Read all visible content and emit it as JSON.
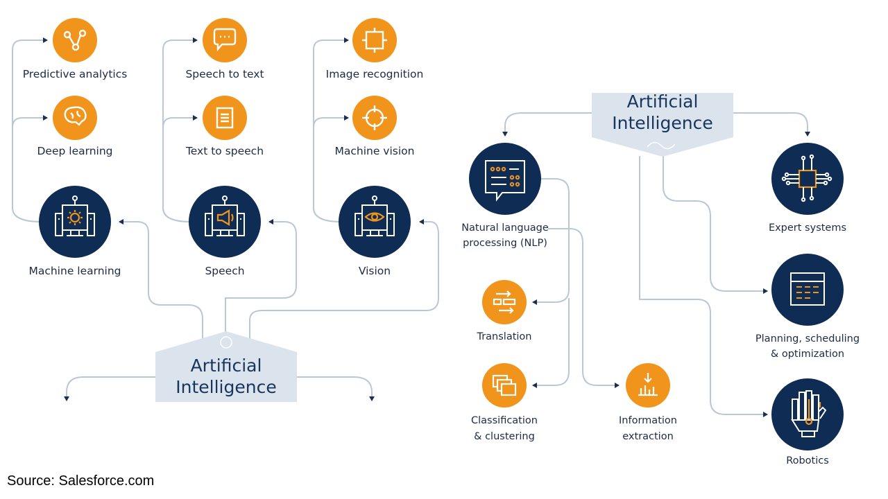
{
  "colors": {
    "navy": "#0f2c54",
    "orange": "#f0941c",
    "panel": "#dbe3ec",
    "line": "#b9c7d6",
    "text": "#1e2a44"
  },
  "left_diagram": {
    "title_line1": "Artificial",
    "title_line2": "Intelligence",
    "branches": [
      {
        "label": "Machine learning",
        "icon": "robot-gear-icon",
        "children": [
          {
            "label": "Predictive analytics",
            "icon": "network-nodes-icon"
          },
          {
            "label": "Deep learning",
            "icon": "brain-icon"
          }
        ]
      },
      {
        "label": "Speech",
        "icon": "robot-megaphone-icon",
        "children": [
          {
            "label": "Speech to text",
            "icon": "speech-bubble-icon"
          },
          {
            "label": "Text to speech",
            "icon": "document-icon"
          }
        ]
      },
      {
        "label": "Vision",
        "icon": "robot-eye-icon",
        "children": [
          {
            "label": "Image recognition",
            "icon": "frame-focus-icon"
          },
          {
            "label": "Machine vision",
            "icon": "crosshair-icon"
          }
        ]
      }
    ]
  },
  "right_diagram": {
    "title_line1": "Artificial",
    "title_line2": "Intelligence",
    "nlp": {
      "label_line1": "Natural language",
      "label_line2": "processing (NLP)",
      "icon": "chat-panel-icon",
      "children": [
        {
          "label_line1": "Translation",
          "label_line2": "",
          "icon": "translation-icon"
        },
        {
          "label_line1": "Classification",
          "label_line2": "& clustering",
          "icon": "stacked-layers-icon"
        },
        {
          "label_line1": "Information",
          "label_line2": "extraction",
          "icon": "bar-extract-icon"
        }
      ]
    },
    "others": [
      {
        "label_line1": "Expert systems",
        "label_line2": "",
        "icon": "circuit-chip-icon"
      },
      {
        "label_line1": "Planning, scheduling",
        "label_line2": "& optimization",
        "icon": "calendar-icon"
      },
      {
        "label_line1": "Robotics",
        "label_line2": "",
        "icon": "robot-hand-icon"
      }
    ]
  },
  "source": "Source: Salesforce.com"
}
